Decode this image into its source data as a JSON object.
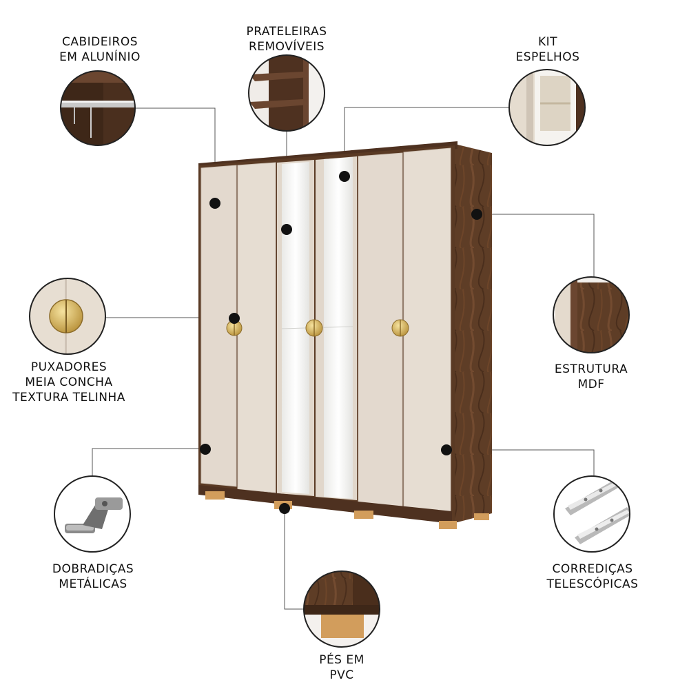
{
  "features": {
    "cabideiros": [
      "CABIDEIROS",
      "EM ALUNÍNIO"
    ],
    "prateleiras": [
      "PRATELEIRAS",
      "REMOVÍVEIS"
    ],
    "kit_espelhos": [
      "KIT",
      "ESPELHOS"
    ],
    "puxadores": [
      "PUXADORES",
      "MEIA CONCHA",
      "TEXTURA TELINHA"
    ],
    "estrutura": [
      "ESTRUTURA",
      "MDF"
    ],
    "dobradicas": [
      "DOBRADIÇAS",
      "METÁLICAS"
    ],
    "corredicas": [
      "CORREDIÇAS",
      "TELESCÓPICAS"
    ],
    "pes": [
      "PÉS EM",
      "PVC"
    ]
  },
  "colors": {
    "wood": "#5a3a24",
    "wood_light": "#7a5236",
    "door": "#e3d9ce",
    "mirror": "#f4f4f2",
    "gold": "#d9b65a",
    "foot": "#d29d5c"
  },
  "icons": [
    "hanger-rod-icon",
    "shelves-icon",
    "mirror-icon",
    "handle-icon",
    "mdf-panel-icon",
    "hinge-icon",
    "drawer-slide-icon",
    "pvc-foot-icon"
  ]
}
